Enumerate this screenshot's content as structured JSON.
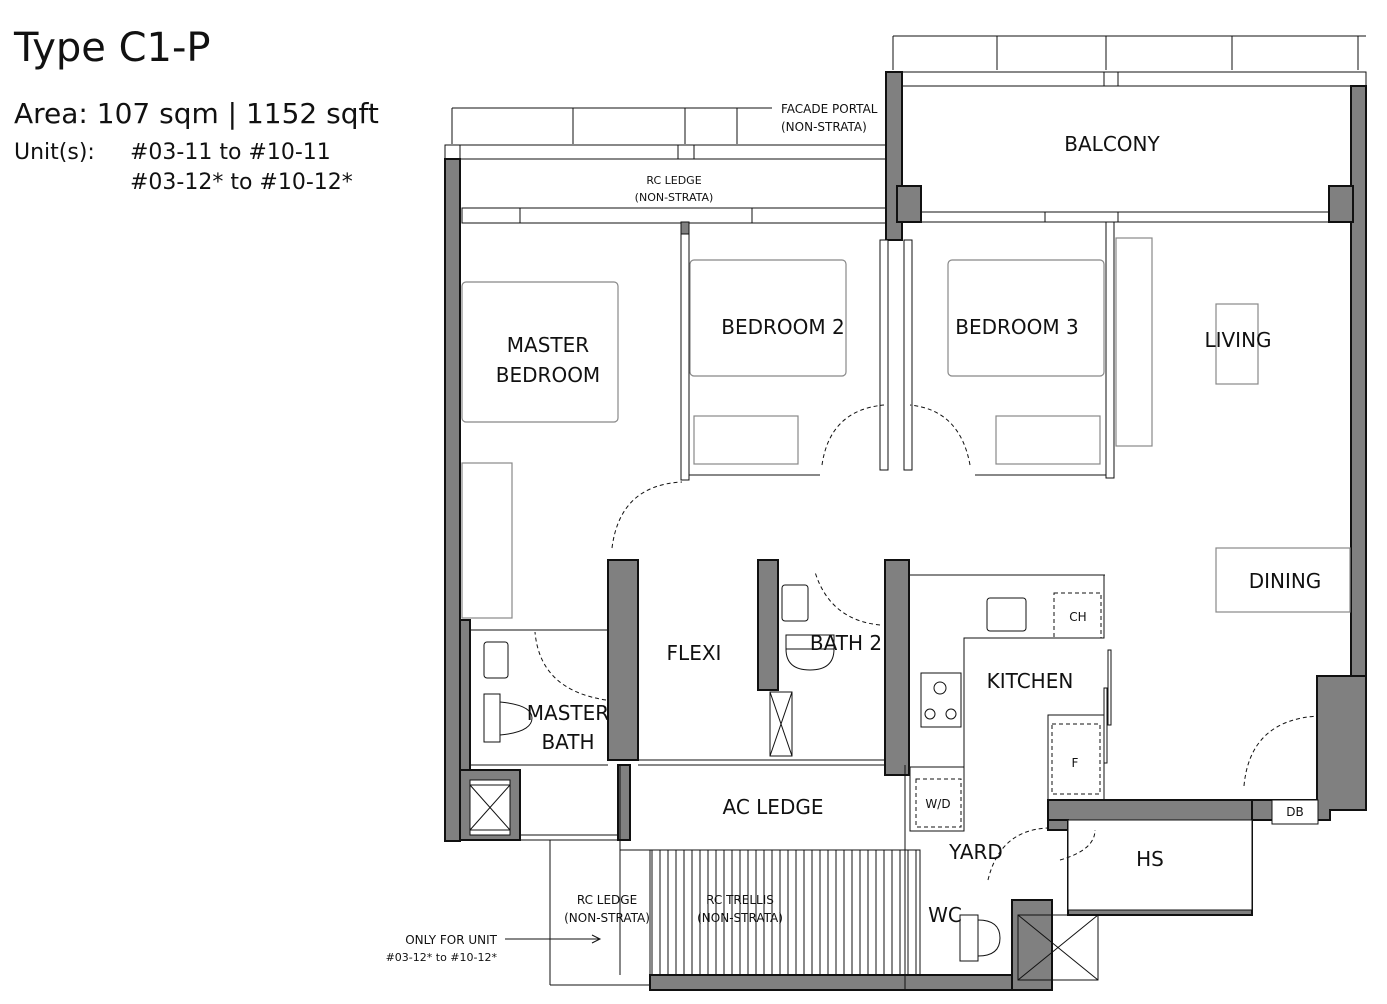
{
  "header": {
    "type": "Type C1-P",
    "area": "Area: 107 sqm | 1152 sqft",
    "units_label": "Unit(s):",
    "units": [
      "#03-11 to #10-11",
      "#03-12* to #10-12*"
    ]
  },
  "rooms": {
    "balcony": "BALCONY",
    "master_bedroom_1": "MASTER",
    "master_bedroom_2": "BEDROOM",
    "bedroom2": "BEDROOM 2",
    "bedroom3": "BEDROOM 3",
    "living": "LIVING",
    "dining": "DINING",
    "flexi": "FLEXI",
    "bath2": "BATH 2",
    "kitchen": "KITCHEN",
    "master_bath_1": "MASTER",
    "master_bath_2": "BATH",
    "ac_ledge": "AC LEDGE",
    "yard": "YARD",
    "hs": "HS",
    "wc": "WC"
  },
  "fixtures": {
    "ch": "CH",
    "f": "F",
    "wd": "W/D",
    "db": "DB"
  },
  "annotations": {
    "facade_portal_1": "FACADE PORTAL",
    "facade_portal_2": "(NON-STRATA)",
    "rc_ledge_top_1": "RC LEDGE",
    "rc_ledge_top_2": "(NON-STRATA)",
    "rc_ledge_bottom_1": "RC LEDGE",
    "rc_ledge_bottom_2": "(NON-STRATA)",
    "rc_trellis_1": "RC TRELLIS",
    "rc_trellis_2": "(NON-STRATA)",
    "only_for_unit_1": "ONLY FOR UNIT",
    "only_for_unit_2": "#03-12* to #10-12*"
  },
  "colors": {
    "wall": "#808080",
    "line": "#111111",
    "furniture": "#888888"
  }
}
